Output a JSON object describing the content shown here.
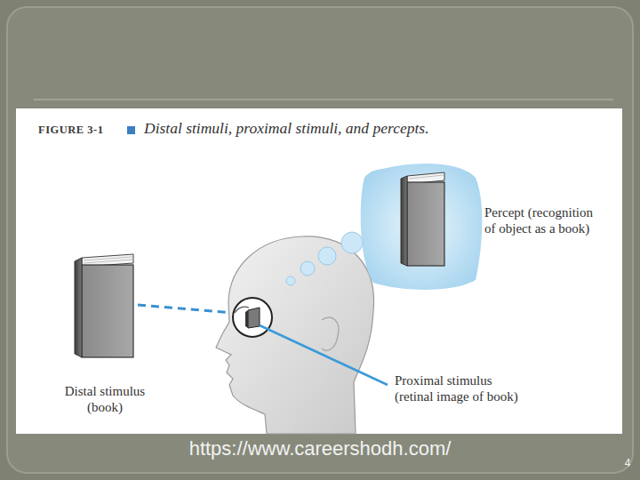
{
  "diagram": {
    "title": "Distal stimuli, proximal stimuli, and percepts.",
    "labels": [
      "FIGURE 3-1",
      "Percept (recognition of object as a book)",
      "Proximal stimulus (retinal image of book)",
      "Distal stimulus (book)",
      "https://www.careershodh.com/",
      "4"
    ]
  }
}
